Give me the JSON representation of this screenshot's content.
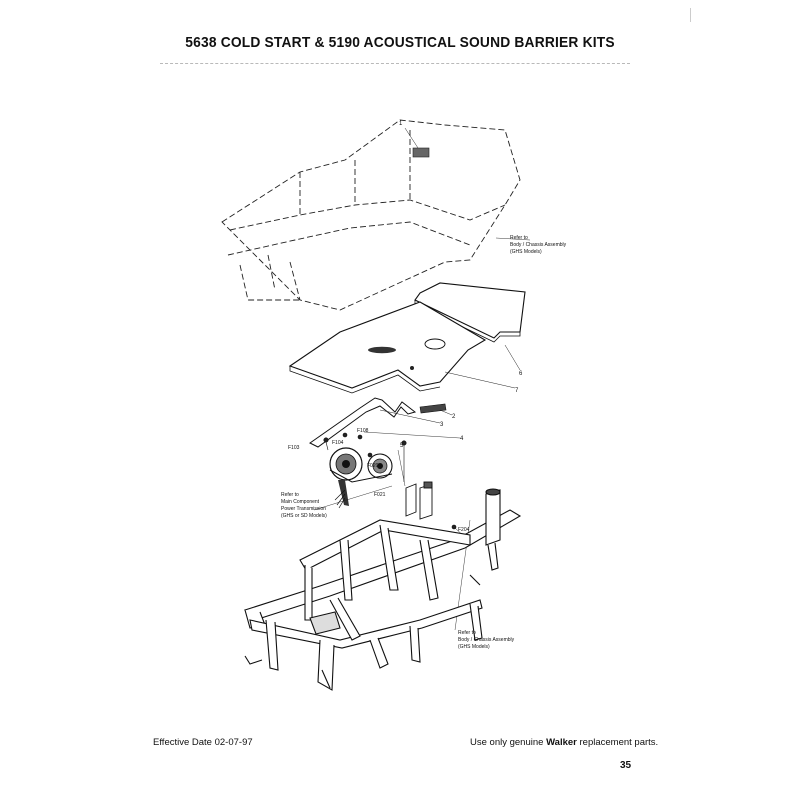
{
  "header": {
    "title": "5638 COLD START & 5190 ACOUSTICAL SOUND BARRIER KITS"
  },
  "diagram": {
    "callouts": {
      "c1": "1",
      "c2": "2",
      "c3": "3",
      "c4": "4",
      "c5": "5",
      "c6": "6",
      "c7": "7",
      "f108": "F108",
      "f104": "F104",
      "f103": "F103",
      "f020": "F020",
      "f021": "F021",
      "f204": "F204"
    },
    "refs": {
      "body": [
        "Refer to",
        "Body / Chassis Assembly",
        "(GHS Models)"
      ],
      "power": [
        "Refer to",
        "Main Component",
        "Power Transmission",
        "(GHS or SD Models)"
      ],
      "chassis": [
        "Refer to",
        "Body / Chassis Assembly",
        "(GHS Models)"
      ]
    }
  },
  "footer": {
    "effective": "Effective Date 02-07-97",
    "note_prefix": "Use only genuine ",
    "note_brand": "Walker",
    "note_suffix": " replacement parts.",
    "page_number": "35"
  }
}
